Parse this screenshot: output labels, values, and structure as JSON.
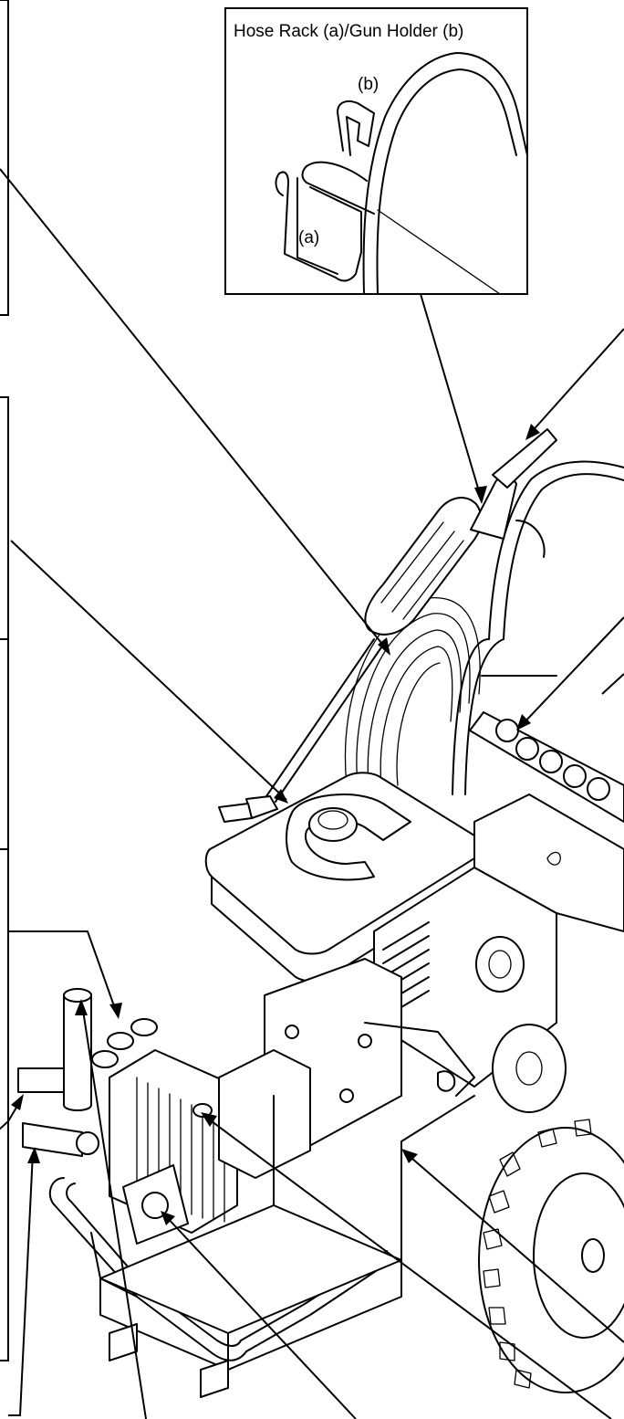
{
  "inset": {
    "title": "Hose Rack (a)/Gun Holder (b)",
    "label_b": "(b)",
    "label_a": "(a)"
  },
  "icons": {
    "pressure_washer": "pressure-washer-illustration"
  }
}
